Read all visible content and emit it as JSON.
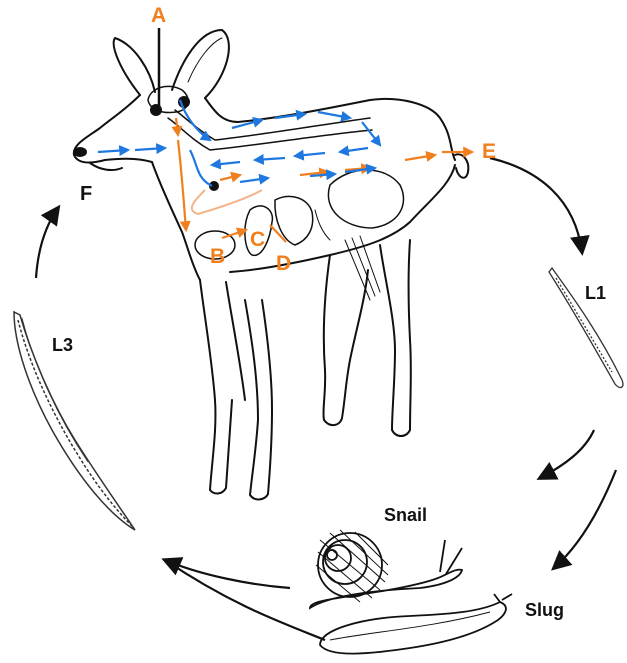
{
  "colors": {
    "orange": "#f0801e",
    "blue": "#1f78e0",
    "line": "#111111",
    "path": "#f4b48a"
  },
  "labels": {
    "a": "A",
    "b": "B",
    "c": "C",
    "d": "D",
    "e": "E",
    "f": "F",
    "l1": "L1",
    "l3": "L3",
    "snail": "Snail",
    "slug": "Slug"
  }
}
